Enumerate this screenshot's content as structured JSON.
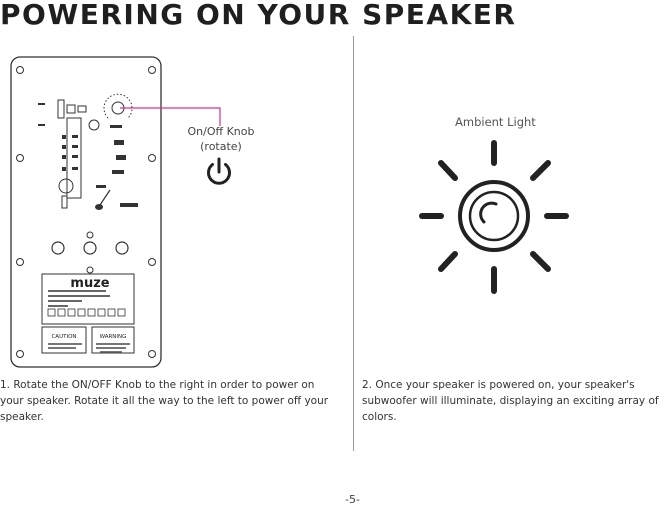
{
  "title": "POWERING ON YOUR SPEAKER",
  "callout": {
    "line1": "On/Off Knob",
    "line2": "(rotate)"
  },
  "ambient_label": "Ambient Light",
  "step1": "1. Rotate the ON/OFF Knob to the right in order to power on your speaker. Rotate it all the way to the left to power off your speaker.",
  "step2": "2. Once your speaker is powered on, your speaker's subwoofer will illuminate, displaying an exciting array of colors.",
  "page_number": "-5-",
  "panel": {
    "brand": "muze",
    "caution": "CAUTION",
    "warning": "WARNING"
  },
  "icons": [
    "power-icon",
    "sun-icon"
  ]
}
